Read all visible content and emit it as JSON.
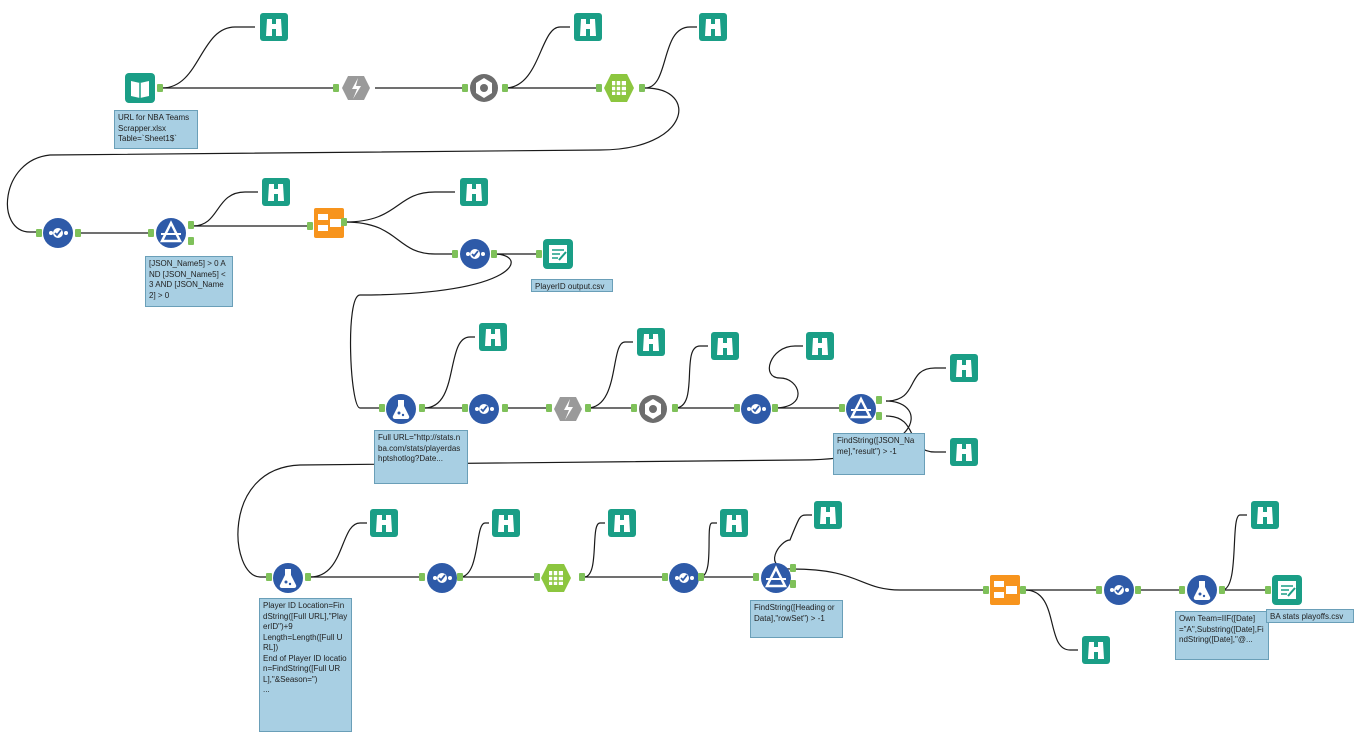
{
  "workflow": {
    "annotations": {
      "input_file": "URL for NBA Teams Scrapper.xlsx\nTable=`Sheet1$`",
      "filter1": "[JSON_Name5] > 0 AND [JSON_Name5] < 3 AND [JSON_Name2] > 0",
      "output1": "PlayerID output.csv",
      "formula1": "Full URL=\"http://stats.nba.com/stats/playerdashptshotlog?Date...",
      "filter2": "FindString([JSON_Name],\"result\") > -1",
      "formula2": "Player ID Location=FindString([Full URL],\"PlayerID\")+9\nLength=Length([Full URL])\nEnd of Player ID location=FindString([Full URL],\"&Season=\")\n...",
      "filter3": "FindString([Heading or Data],\"rowSet\") > -1",
      "formula3": "Own Team=IIF([Date]=\"A\",Substring([Date],FindString([Date],\"@...",
      "output2": "BA stats playoffs.csv"
    },
    "colors": {
      "browse": "#1a9e86",
      "select": "#2e5aa8",
      "formula": "#2e5aa8",
      "download": "#9a9a9a",
      "json_parse": "#6d6d6d",
      "text_to_cols": "#8cc63f",
      "join": "#f7941d",
      "input": "#1a9e86",
      "output": "#1a9e86",
      "annotation_bg": "#a8cfe3",
      "anchor": "#7fc15a",
      "connection": "#1a1a1a"
    }
  }
}
